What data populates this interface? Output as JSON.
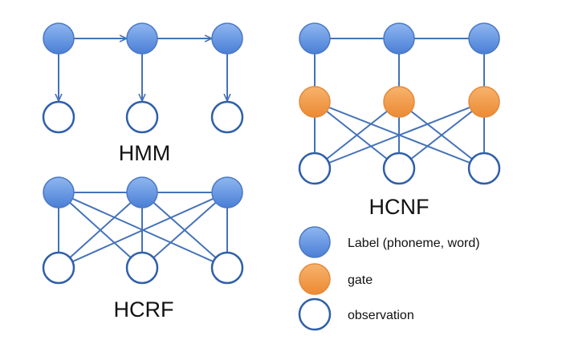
{
  "colors": {
    "label_fill": "#5b8fe0",
    "gate_fill": "#f49a4a",
    "observation_fill": "#ffffff",
    "edge": "#4472b8"
  },
  "diagrams": {
    "hmm": {
      "title": "HMM"
    },
    "hcrf": {
      "title": "HCRF"
    },
    "hcnf": {
      "title": "HCNF"
    }
  },
  "legend": {
    "label": "Label (phoneme, word)",
    "gate": "gate",
    "observation": "observation"
  }
}
